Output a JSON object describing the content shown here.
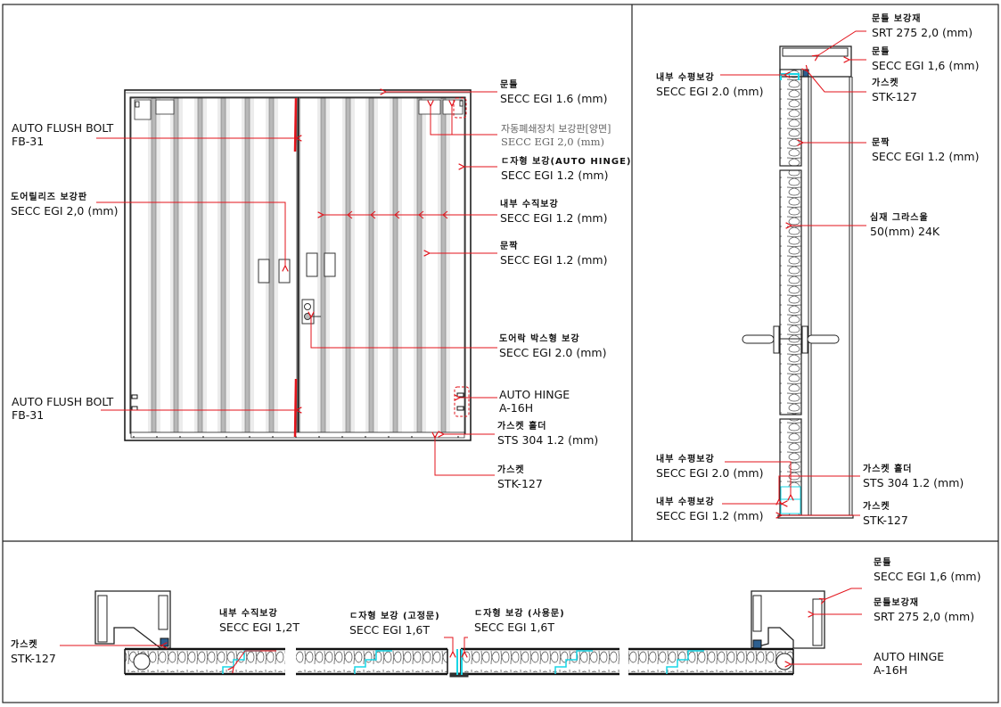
{
  "colors": {
    "leader": "#e3131b",
    "line": "#1a1a1a",
    "stiffener": "#b8b8b8",
    "reinforce": "#19d6e6",
    "gasket": "#2d5f8f"
  },
  "front_view": {
    "labels": [
      {
        "id": "frame",
        "line1": "문틀",
        "line2": "SECC EGI 1.6 (mm)"
      },
      {
        "id": "closer-plate",
        "line1": "자동폐쇄장치 보강판[양면]",
        "line2": "SECC EGI 2,0 (mm)"
      },
      {
        "id": "c-channel-hinge",
        "line1": "ㄷ자형 보강(AUTO HINGE)",
        "line2": "SECC EGI 1.2 (mm)"
      },
      {
        "id": "inner-vertical",
        "line1": "내부 수직보강",
        "line2": "SECC EGI 1.2 (mm)"
      },
      {
        "id": "door-leaf",
        "line1": "문짝",
        "line2": "SECC EGI 1.2 (mm)"
      },
      {
        "id": "doorlock-box",
        "line1": "도어락 박스형 보강",
        "line2": "SECC EGI 2.0 (mm)"
      },
      {
        "id": "auto-hinge",
        "line1": "AUTO HINGE",
        "line2": "A-16H"
      },
      {
        "id": "gasket-holder",
        "line1": "가스켓 홀더",
        "line2": "STS 304 1.2 (mm)"
      },
      {
        "id": "gasket",
        "line1": "가스켓",
        "line2": "STK-127"
      },
      {
        "id": "flush-bolt-top",
        "line1": "AUTO FLUSH BOLT",
        "line2": "FB-31"
      },
      {
        "id": "release-plate",
        "line1": "도어릴리즈 보강판",
        "line2": "SECC EGI 2,0 (mm)"
      },
      {
        "id": "flush-bolt-bottom",
        "line1": "AUTO FLUSH BOLT",
        "line2": "FB-31"
      }
    ]
  },
  "side_section": {
    "labels": [
      {
        "id": "frame-reinforce",
        "line1": "문틀 보강재",
        "line2": "SRT 275 2,0 (mm)"
      },
      {
        "id": "frame",
        "line1": "문틀",
        "line2": "SECC EGI 1,6 (mm)"
      },
      {
        "id": "inner-horizontal-top",
        "line1": "내부 수평보강",
        "line2": "SECC EGI 2.0 (mm)"
      },
      {
        "id": "gasket-top",
        "line1": "가스켓",
        "line2": "STK-127"
      },
      {
        "id": "door-leaf",
        "line1": "문짝",
        "line2": "SECC EGI 1.2 (mm)"
      },
      {
        "id": "core",
        "line1": "심재 그라스울",
        "line2": "50(mm) 24K"
      },
      {
        "id": "inner-horizontal-bottom",
        "line1": "내부 수평보강",
        "line2": "SECC EGI 2.0 (mm)"
      },
      {
        "id": "gasket-holder",
        "line1": "가스켓 홀더",
        "line2": "STS 304 1.2 (mm)"
      },
      {
        "id": "inner-horizontal-thin",
        "line1": "내부 수평보강",
        "line2": "SECC EGI 1.2 (mm)"
      },
      {
        "id": "gasket-bottom",
        "line1": "가스켓",
        "line2": "STK-127"
      }
    ]
  },
  "plan_section": {
    "labels": [
      {
        "id": "gasket",
        "line1": "가스켓",
        "line2": "STK-127"
      },
      {
        "id": "inner-vertical",
        "line1": "내부 수직보강",
        "line2": "SECC EGI 1,2T"
      },
      {
        "id": "c-channel-fixed",
        "line1": "ㄷ자형 보강 (고정문)",
        "line2": "SECC EGI 1,6T"
      },
      {
        "id": "c-channel-active",
        "line1": "ㄷ자형 보강 (사용문)",
        "line2": "SECC EGI 1,6T"
      },
      {
        "id": "frame",
        "line1": "문틀",
        "line2": "SECC EGI 1,6 (mm)"
      },
      {
        "id": "frame-reinforce",
        "line1": "문틀보강재",
        "line2": "SRT 275 2,0 (mm)"
      },
      {
        "id": "auto-hinge",
        "line1": "AUTO HINGE",
        "line2": "A-16H"
      }
    ]
  }
}
